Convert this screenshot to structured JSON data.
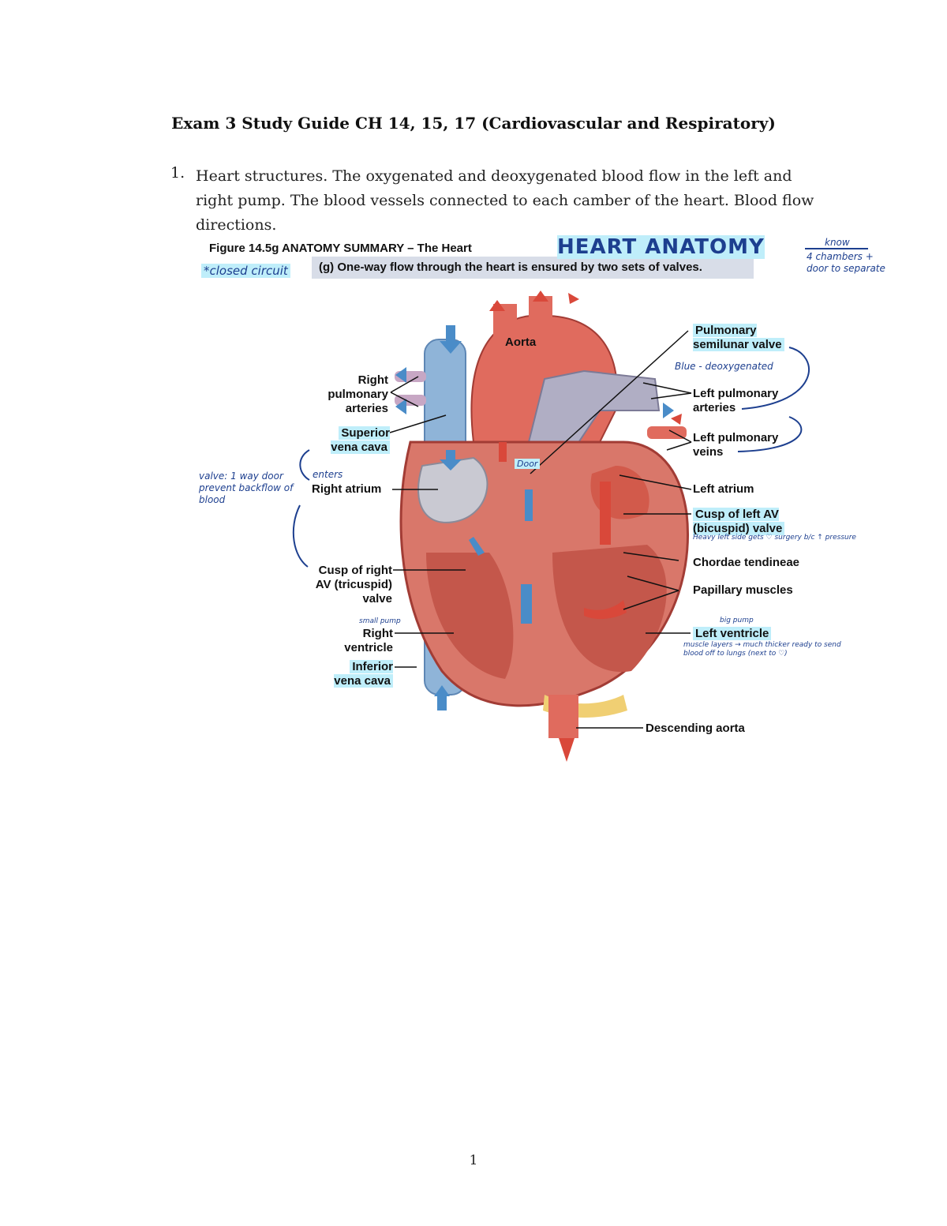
{
  "document": {
    "title": "Exam 3 Study Guide CH 14, 15, 17 (Cardiovascular and Respiratory)",
    "question_number": "1.",
    "question_text": "Heart structures. The oxygenated and deoxygenated blood flow in the left and right pump. The blood vessels connected to each camber of the heart. Blood flow directions.",
    "page_number": "1"
  },
  "figure": {
    "title": "Figure 14.5g ANATOMY SUMMARY – The Heart",
    "subtitle": "(g) One-way flow through the heart is ensured by two sets of valves.",
    "labels": {
      "aorta": "Aorta",
      "right_pulmonary_arteries": "Right pulmonary arteries",
      "superior_vena_cava": "Superior vena cava",
      "right_atrium": "Right atrium",
      "cusp_right_av": "Cusp of right AV (tricuspid) valve",
      "right_ventricle": "Right ventricle",
      "inferior_vena_cava": "Inferior vena cava",
      "pulmonary_semilunar_valve": "Pulmonary semilunar valve",
      "left_pulmonary_arteries": "Left pulmonary arteries",
      "left_pulmonary_veins": "Left pulmonary veins",
      "left_atrium": "Left atrium",
      "cusp_left_av": "Cusp of left AV (bicuspid) valve",
      "chordae_tendineae": "Chordae tendineae",
      "papillary_muscles": "Papillary muscles",
      "left_ventricle": "Left ventricle",
      "descending_aorta": "Descending aorta"
    }
  },
  "annotations": {
    "heading": "HEART ANATOMY",
    "closed_circuit": "*closed circuit",
    "know": "know",
    "four_chambers": "4 chambers + door to separate",
    "blue_deoxygenated": "Blue - deoxygenated",
    "valve_note": "valve: 1 way door prevent backflow of blood",
    "enters": "enters",
    "door": "Door",
    "small_pump": "small pump",
    "big_pump": "big pump",
    "bicuspid_note": "Heavy left side gets ♡ surgery b/c ↑ pressure",
    "left_ventricle_note": "muscle layers → much thicker ready to send blood off to lungs (next to ♡)"
  },
  "colors": {
    "highlight": "#bfeefa",
    "ink": "#1d3f8f",
    "oxygenated": "#d9483a",
    "deoxygenated": "#4a8cc8"
  }
}
